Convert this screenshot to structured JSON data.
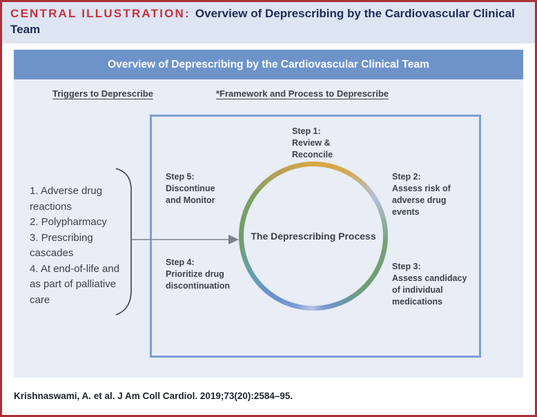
{
  "header": {
    "kicker": "CENTRAL ILLUSTRATION:",
    "title": "Overview of Deprescribing by the Cardiovascular Clinical Team"
  },
  "panel": {
    "banner_title": "Overview of Deprescribing by the Cardiovascular Clinical Team",
    "triggers_heading": "Triggers to Deprescribe",
    "framework_heading": "*Framework and Process to Deprescribe",
    "triggers": [
      "1. Adverse drug reactions",
      "2. Polypharmacy",
      "3. Prescribing cascades",
      "4. At end-of-life and as part of palliative care"
    ],
    "process": {
      "center_label": "The Deprescribing Process",
      "steps": [
        {
          "title": "Step 1:",
          "text": "Review &\nReconcile"
        },
        {
          "title": "Step 2:",
          "text": "Assess risk of\nadverse drug\nevents"
        },
        {
          "title": "Step 3:",
          "text": "Assess candidacy\nof individual\nmedications"
        },
        {
          "title": "Step 4:",
          "text": "Prioritize drug\ndiscontinuation"
        },
        {
          "title": "Step 5:",
          "text": "Discontinue\nand Monitor"
        }
      ]
    }
  },
  "citation": "Krishnaswami, A. et al. J Am Coll Cardiol. 2019;73(20):2584–95.",
  "colors": {
    "outer_border_red": "#a93136",
    "kicker_red": "#c5313d",
    "title_navy": "#1e2d55",
    "header_bg": "#dde4f2",
    "banner_blue": "#6e93c9",
    "panel_bg": "#e8edf6",
    "framework_box_border": "#7d9ed2",
    "body_text": "#3c414b",
    "arrow_gray": "#7d838e",
    "ring_gold": "#d9a644",
    "ring_green": "#6f9e6d",
    "ring_blue": "#6a8fd0",
    "ring_pale_blue": "#b6c0d8"
  }
}
